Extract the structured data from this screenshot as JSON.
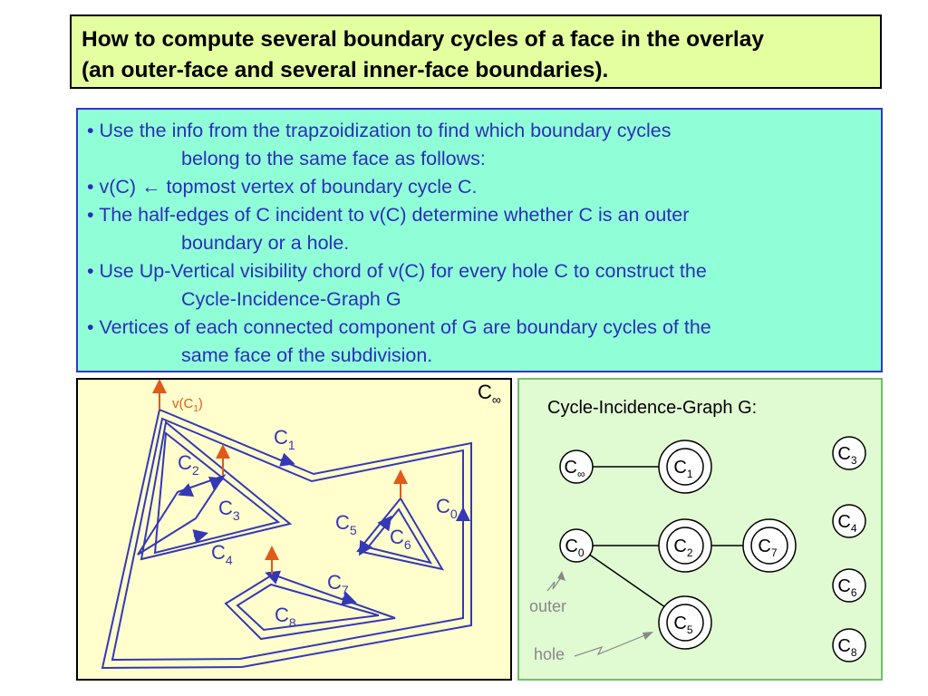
{
  "title": {
    "line1": "How to compute several boundary cycles of a face in the overlay",
    "line2": "(an outer-face and several inner-face boundaries)."
  },
  "bullets": {
    "b1_line1": "• Use the info from the trapzoidization to find which boundary cycles",
    "b1_line2": "belong to the same face as follows:",
    "b2_line1": "• v(C) ← topmost vertex of boundary cycle C.",
    "b3_line1": "• The half-edges of C incident to v(C) determine whether C is an outer",
    "b3_line2": "boundary or a hole.",
    "b4_line1": "• Use Up-Vertical visibility chord of v(C) for every hole C to construct the",
    "b4_line2": "Cycle-Incidence-Graph G",
    "b5_line1": "• Vertices of each connected component of G are boundary cycles of the",
    "b5_line2": "same face of the subdivision."
  },
  "left_diagram": {
    "c_inf_main": "C",
    "c_inf_sub": "∞",
    "vc1_main": "v(C",
    "vc1_sub": "1",
    "vc1_close": ")",
    "c1_main": "C",
    "c1_sub": "1",
    "c2_main": "C",
    "c2_sub": "2",
    "c3_main": "C",
    "c3_sub": "3",
    "c4_main": "C",
    "c4_sub": "4",
    "c5_main": "C",
    "c5_sub": "5",
    "c6_main": "C",
    "c6_sub": "6",
    "c7_main": "C",
    "c7_sub": "7",
    "c8_main": "C",
    "c8_sub": "8",
    "c0_main": "C",
    "c0_sub": "0"
  },
  "graph": {
    "title": "Cycle-Incidence-Graph G:",
    "n_cinf_main": "C",
    "n_cinf_sub": "∞",
    "n_c1_main": "C",
    "n_c1_sub": "1",
    "n_c0_main": "C",
    "n_c0_sub": "0",
    "n_c2_main": "C",
    "n_c2_sub": "2",
    "n_c7_main": "C",
    "n_c7_sub": "7",
    "n_c5_main": "C",
    "n_c5_sub": "5",
    "n_c3_main": "C",
    "n_c3_sub": "3",
    "n_c4_main": "C",
    "n_c4_sub": "4",
    "n_c6_main": "C",
    "n_c6_sub": "6",
    "n_c8_main": "C",
    "n_c8_sub": "8",
    "outer_label": "outer",
    "hole_label": "hole"
  },
  "colors": {
    "title_bg": "#e4ffa0",
    "text_bg": "#90ffd8",
    "text_color": "#2c2fb8",
    "left_panel_bg": "#fffecc",
    "right_panel_bg": "#e0fbd2",
    "edge_blue": "#3438b6",
    "arrow_orange": "#e05a1c"
  }
}
